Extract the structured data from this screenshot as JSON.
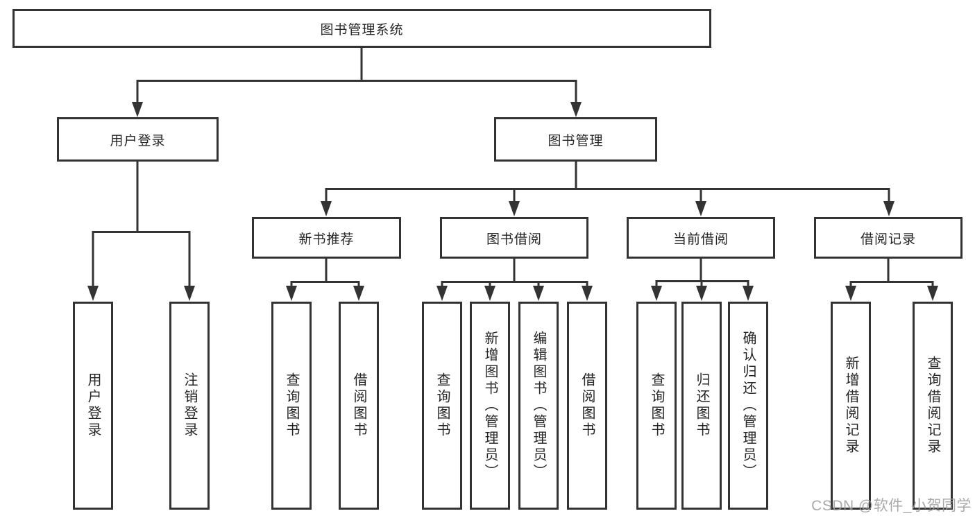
{
  "tree": {
    "root": {
      "label": "图书管理系统"
    },
    "branches": [
      {
        "label": "用户登录",
        "children": [
          {
            "label": "用户登录"
          },
          {
            "label": "注销登录"
          }
        ]
      },
      {
        "label": "图书管理",
        "sections": [
          {
            "label": "新书推荐",
            "children": [
              {
                "label": "查询图书"
              },
              {
                "label": "借阅图书"
              }
            ]
          },
          {
            "label": "图书借阅",
            "children": [
              {
                "label": "查询图书"
              },
              {
                "label": "新增图书（管理员）"
              },
              {
                "label": "编辑图书（管理员）"
              },
              {
                "label": "借阅图书"
              }
            ]
          },
          {
            "label": "当前借阅",
            "children": [
              {
                "label": "查询图书"
              },
              {
                "label": "归还图书"
              },
              {
                "label": "确认归还（管理员）"
              }
            ]
          },
          {
            "label": "借阅记录",
            "children": [
              {
                "label": "新增借阅记录"
              },
              {
                "label": "查询借阅记录"
              }
            ]
          }
        ]
      }
    ]
  },
  "watermark": {
    "text": "CSDN @软件_小贺同学"
  },
  "colors": {
    "line": "#333333",
    "box_border": "#333333",
    "text": "#262626",
    "watermark": "#9b9b9b",
    "background": "#ffffff"
  }
}
